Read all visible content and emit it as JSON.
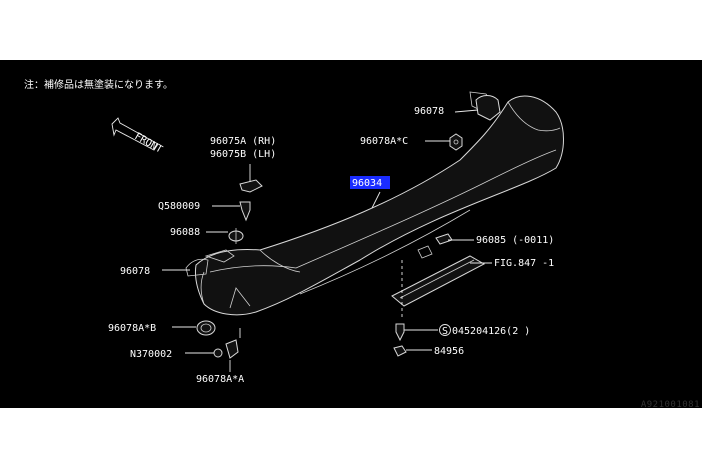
{
  "note": "注：補修品は無塗装になります。",
  "front_label": "FRONT",
  "parts": {
    "p96078_top": "96078",
    "p96078A_C": "96078A*C",
    "p96075A": "96075A (RH)",
    "p96075B": "96075B (LH)",
    "p96034": "96034",
    "pQ580009": "Q580009",
    "p96088": "96088",
    "p96078_left": "96078",
    "p96085": "96085 (-0011)",
    "pFIG847": "FIG.847 -1",
    "p96078A_B": "96078A*B",
    "pN370002": "N370002",
    "p96078A_A": "96078A*A",
    "p045204126": "045204126(2 )",
    "p84956": "84956"
  },
  "highlight_color": "#1a2cff",
  "catalog_number": "A921001081"
}
